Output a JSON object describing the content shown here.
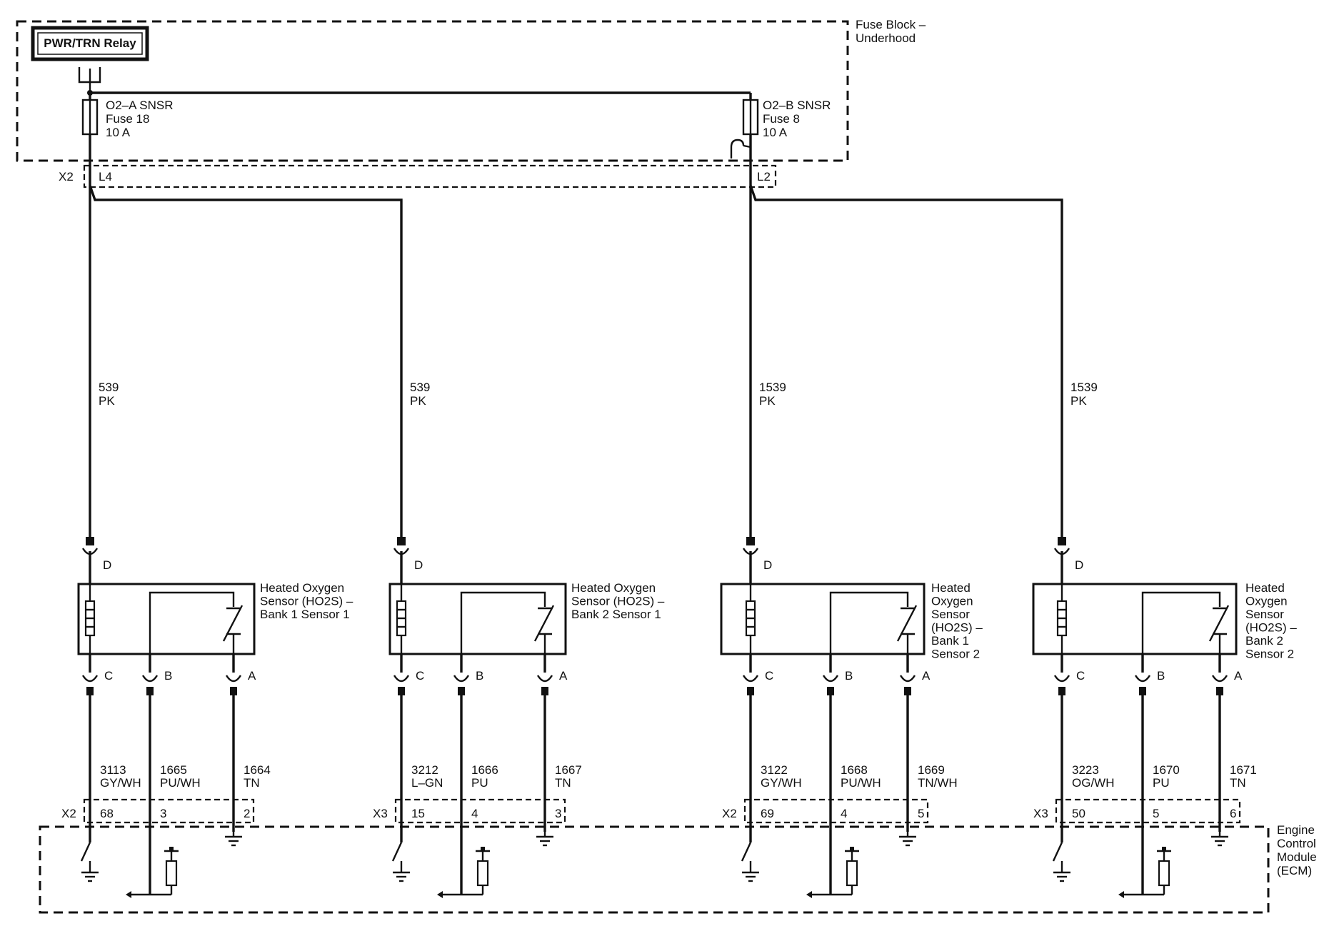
{
  "relay_label": "PWR/TRN Relay",
  "fuse_block_label": [
    "Fuse Block –",
    "Underhood"
  ],
  "fuses": [
    {
      "lines": [
        "O2–A SNSR",
        "Fuse 18",
        "10 A"
      ]
    },
    {
      "lines": [
        "O2–B SNSR",
        "Fuse 8",
        "10 A"
      ]
    }
  ],
  "fuse_connectors": [
    {
      "connector": "X2",
      "pin": "L4"
    },
    {
      "pin": "L2"
    }
  ],
  "ecm_label": [
    "Engine",
    "Control",
    "Module",
    "(ECM)"
  ],
  "sensors": [
    {
      "name_lines": [
        "Heated Oxygen",
        "Sensor (HO2S) –",
        "Bank 1 Sensor 1"
      ],
      "power_wire": {
        "circuit": "539",
        "color": "PK"
      },
      "pins": [
        "D",
        "C",
        "B",
        "A"
      ],
      "wires": [
        {
          "circuit": "3113",
          "color": "GY/WH"
        },
        {
          "circuit": "1665",
          "color": "PU/WH"
        },
        {
          "circuit": "1664",
          "color": "TN"
        }
      ],
      "ecm_connector": "X2",
      "ecm_pins": [
        "68",
        "3",
        "2"
      ]
    },
    {
      "name_lines": [
        "Heated Oxygen",
        "Sensor (HO2S) –",
        "Bank 2 Sensor 1"
      ],
      "power_wire": {
        "circuit": "539",
        "color": "PK"
      },
      "pins": [
        "D",
        "C",
        "B",
        "A"
      ],
      "wires": [
        {
          "circuit": "3212",
          "color": "L–GN"
        },
        {
          "circuit": "1666",
          "color": "PU"
        },
        {
          "circuit": "1667",
          "color": "TN"
        }
      ],
      "ecm_connector": "X3",
      "ecm_pins": [
        "15",
        "4",
        "3"
      ]
    },
    {
      "name_lines": [
        "Heated",
        "Oxygen",
        "Sensor",
        "(HO2S) –",
        "Bank 1",
        "Sensor 2"
      ],
      "power_wire": {
        "circuit": "1539",
        "color": "PK"
      },
      "pins": [
        "D",
        "C",
        "B",
        "A"
      ],
      "wires": [
        {
          "circuit": "3122",
          "color": "GY/WH"
        },
        {
          "circuit": "1668",
          "color": "PU/WH"
        },
        {
          "circuit": "1669",
          "color": "TN/WH"
        }
      ],
      "ecm_connector": "X2",
      "ecm_pins": [
        "69",
        "4",
        "5"
      ]
    },
    {
      "name_lines": [
        "Heated",
        "Oxygen",
        "Sensor",
        "(HO2S) –",
        "Bank 2",
        "Sensor 2"
      ],
      "power_wire": {
        "circuit": "1539",
        "color": "PK"
      },
      "pins": [
        "D",
        "C",
        "B",
        "A"
      ],
      "wires": [
        {
          "circuit": "3223",
          "color": "OG/WH"
        },
        {
          "circuit": "1670",
          "color": "PU"
        },
        {
          "circuit": "1671",
          "color": "TN"
        }
      ],
      "ecm_connector": "X3",
      "ecm_pins": [
        "50",
        "5",
        "6"
      ]
    }
  ]
}
